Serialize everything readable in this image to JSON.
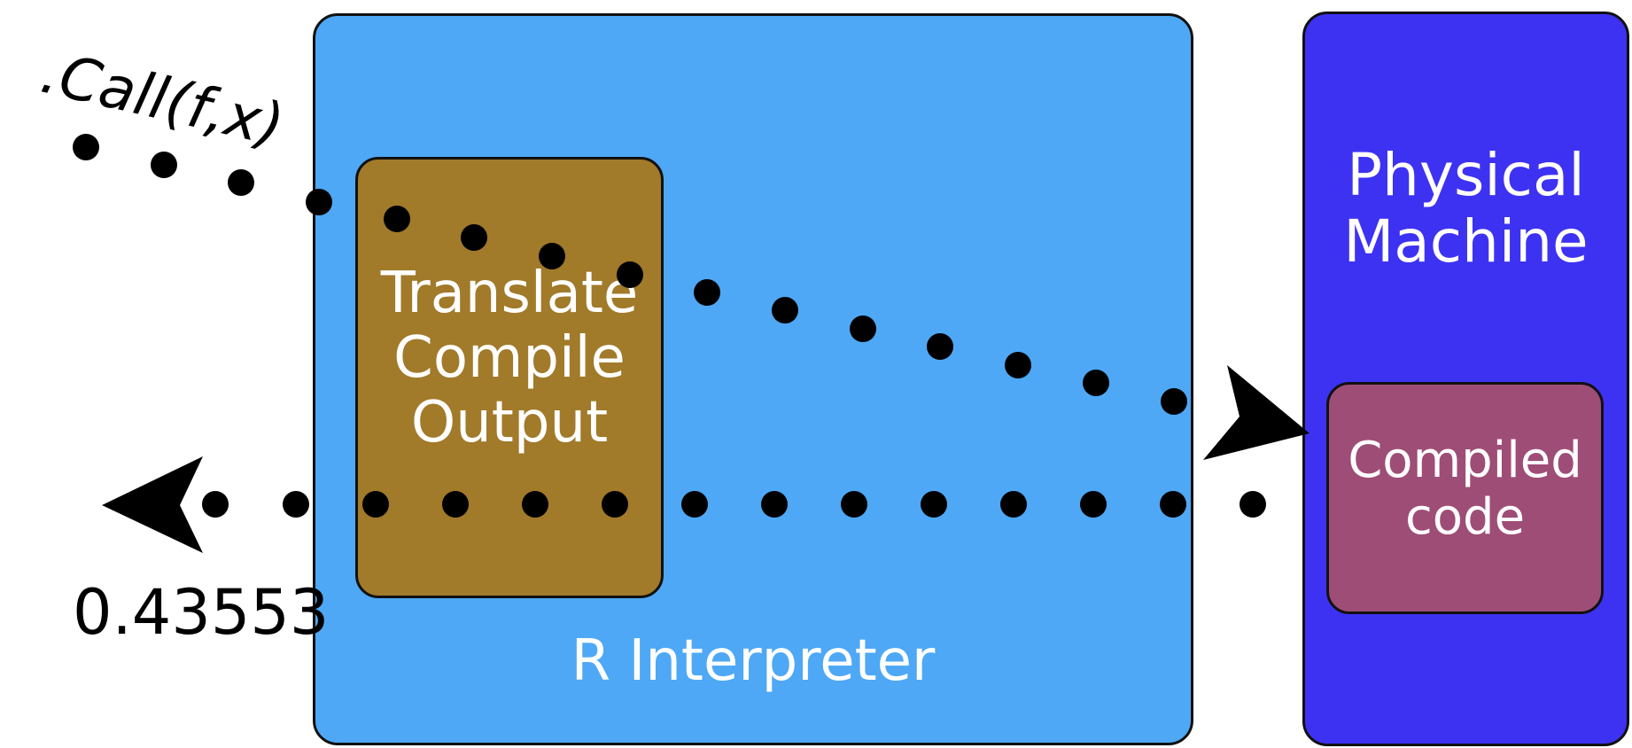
{
  "call_label": ".Call(f,x)",
  "result_value": "0.43553",
  "interpreter": {
    "label": "R Interpreter",
    "color": "#4ea8f5"
  },
  "translate_box": {
    "lines": [
      "Translate",
      "Compile",
      "Output"
    ],
    "color": "#a17a2a"
  },
  "machine": {
    "lines": [
      "Physical",
      "Machine"
    ],
    "color": "#3d32f2"
  },
  "compiled_box": {
    "lines": [
      "Compiled",
      "code"
    ],
    "color": "#9e4d76"
  },
  "arrows": [
    {
      "name": "call-arrow",
      "direction": "right",
      "color": "#000000"
    },
    {
      "name": "result-arrow",
      "direction": "left",
      "color": "#000000"
    }
  ]
}
